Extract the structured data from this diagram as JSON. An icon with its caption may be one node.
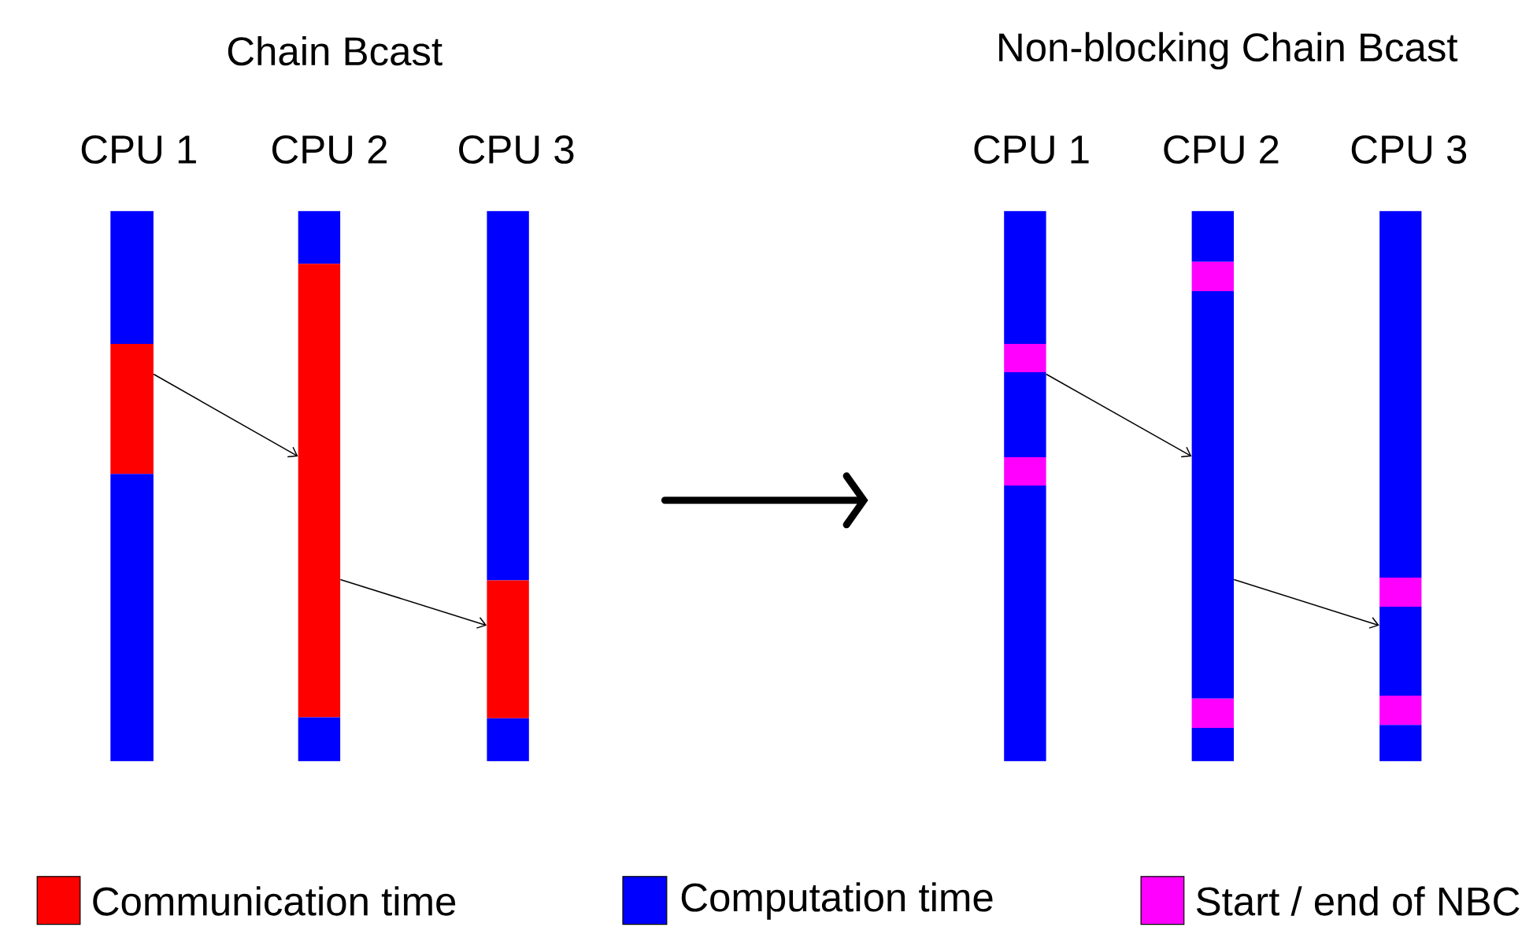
{
  "diagram": {
    "nodes": [
      {
        "text": [],
        "shape": "bar"
      },
      {
        "text": [],
        "shape": "bar"
      },
      {
        "text": [],
        "shape": "bar"
      },
      {
        "text": [],
        "shape": "bar"
      },
      {
        "text": [],
        "shape": "bar"
      },
      {
        "text": [],
        "shape": "bar"
      }
    ],
    "edges": [
      {
        "from": 0,
        "to": 1,
        "arrow": "to"
      },
      {
        "from": 1,
        "to": 2,
        "arrow": "to"
      },
      {
        "from": 3,
        "to": 4,
        "arrow": "to"
      },
      {
        "from": 4,
        "to": 5,
        "arrow": "to"
      }
    ],
    "labels": [
      "Chain Bcast",
      "CPU 1",
      "CPU 2",
      "CPU 3",
      "Non-blocking Chain Bcast",
      "CPU 1",
      "CPU 2",
      "CPU 3"
    ],
    "legend": [
      {
        "text": "Communication time",
        "color": "#ff0000"
      },
      {
        "text": "Computation time",
        "color": "#0000ff"
      },
      {
        "text": "Start / end of NBC",
        "color": "#ff00ff"
      }
    ]
  }
}
